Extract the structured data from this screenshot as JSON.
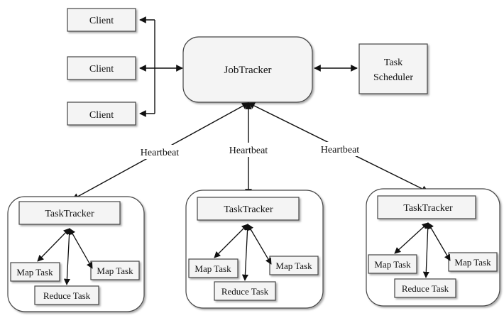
{
  "diagram": {
    "clients": [
      "Client",
      "Client",
      "Client"
    ],
    "jobtracker": "JobTracker",
    "scheduler": {
      "line1": "Task",
      "line2": "Scheduler"
    },
    "heartbeat": "Heartbeat",
    "tasktracker": "TaskTracker",
    "map_task": "Map Task",
    "reduce_task": "Reduce Task"
  },
  "colors": {
    "stroke": "#444444",
    "box_fill": "#f4f4f4",
    "arrow": "#111111"
  }
}
